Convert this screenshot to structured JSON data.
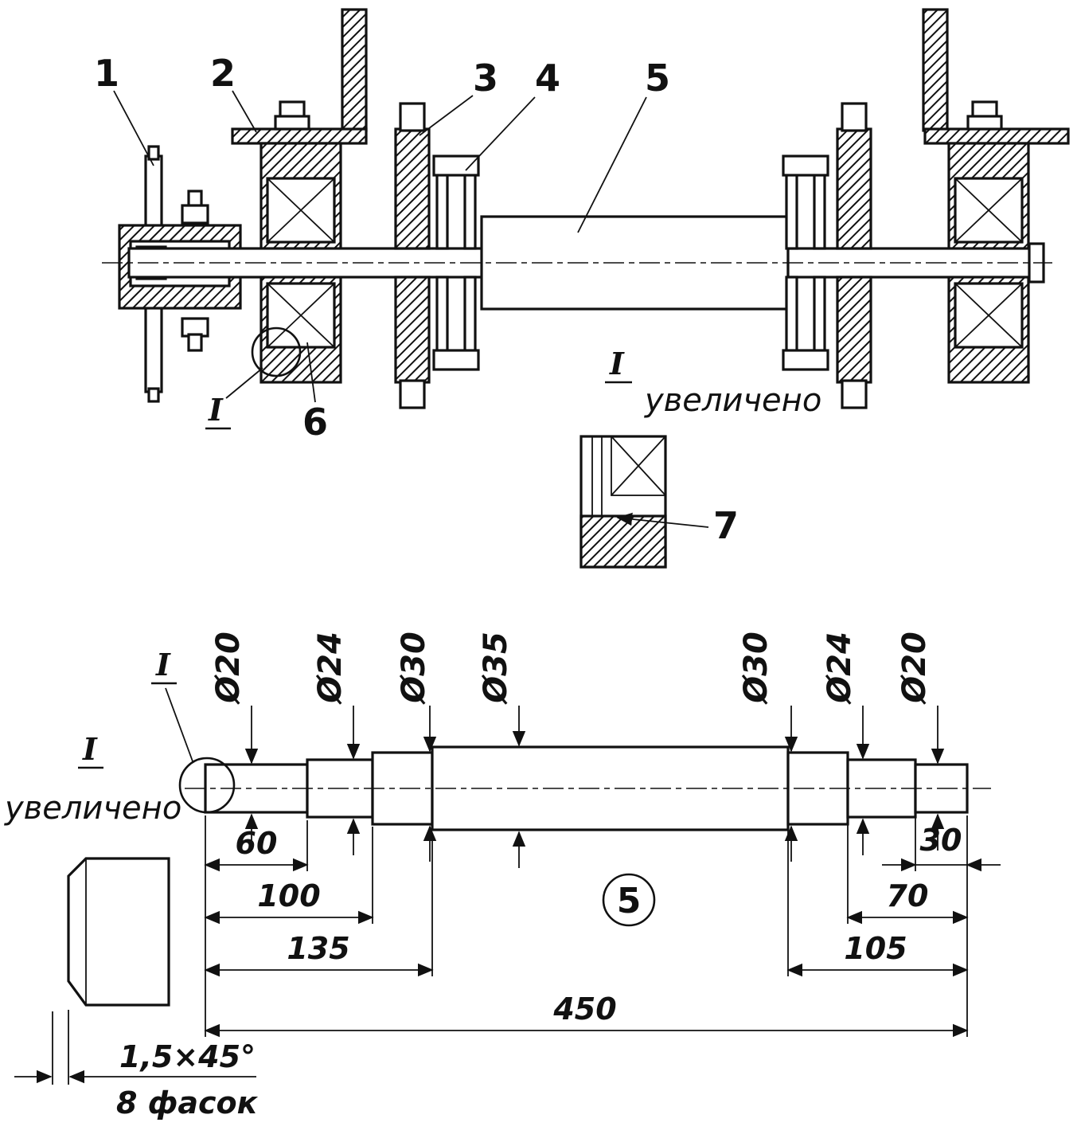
{
  "assembly": {
    "part_labels": [
      "1",
      "2",
      "3",
      "4",
      "5",
      "6",
      "7"
    ],
    "detail_mark": "I",
    "enlarged_label": "увеличено"
  },
  "shaft": {
    "balloon": "5",
    "detail_mark": "I",
    "enlarged_label": "увеличено",
    "diameters": [
      "Ø20",
      "Ø24",
      "Ø30",
      "Ø35",
      "Ø30",
      "Ø24",
      "Ø20"
    ],
    "lengths": [
      "60",
      "100",
      "135",
      "450",
      "105",
      "70",
      "30"
    ],
    "chamfer": {
      "size": "1,5×45°",
      "note": "8 фасок"
    }
  }
}
